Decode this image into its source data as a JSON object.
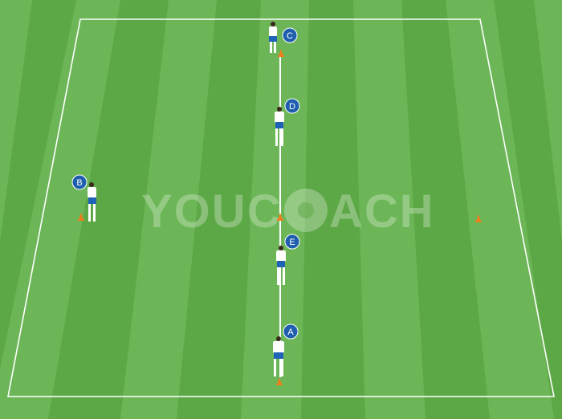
{
  "watermark": {
    "left": "YOUC",
    "right": "ACH"
  },
  "colors": {
    "grass_dark": "#4f9a3c",
    "grass_light": "#6db556",
    "pitch_line": "#ffffff",
    "label_badge": "#1f5fae",
    "cone": "#f07d1c",
    "shirt": "#ffffff",
    "shorts": "#1e63b5"
  },
  "players": [
    {
      "label": "C"
    },
    {
      "label": "D"
    },
    {
      "label": "B"
    },
    {
      "label": "E"
    },
    {
      "label": "A"
    }
  ]
}
